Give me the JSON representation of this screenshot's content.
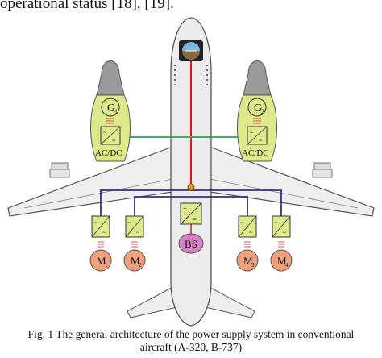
{
  "top_text": "operational status [18], [19].",
  "caption_line1": "Fig. 1 The general architecture of the power supply system in conventional",
  "caption_line2": "aircraft (A-320, B-737)",
  "diagram": {
    "generator_left": "G",
    "generator_left_sub": "1",
    "generator_right": "G",
    "generator_right_sub": "2",
    "converter_left": "AC/DC",
    "converter_right": "AC/DC",
    "battery": "BS",
    "motors": [
      {
        "label": "M",
        "sub": "1"
      },
      {
        "label": "M",
        "sub": "2"
      },
      {
        "label": "M",
        "sub": "3"
      },
      {
        "label": "M",
        "sub": "4"
      }
    ]
  },
  "colors": {
    "fuselage": "#ececec",
    "outline": "#555555",
    "nacelle": "#999999",
    "converter_fill": "#dde98a",
    "motor_fill": "#f0a07c",
    "battery_fill": "#d97fc6",
    "bus_red": "#cc2222",
    "bus_green": "#22aa44",
    "bus_purple": "#3a2a8a"
  }
}
